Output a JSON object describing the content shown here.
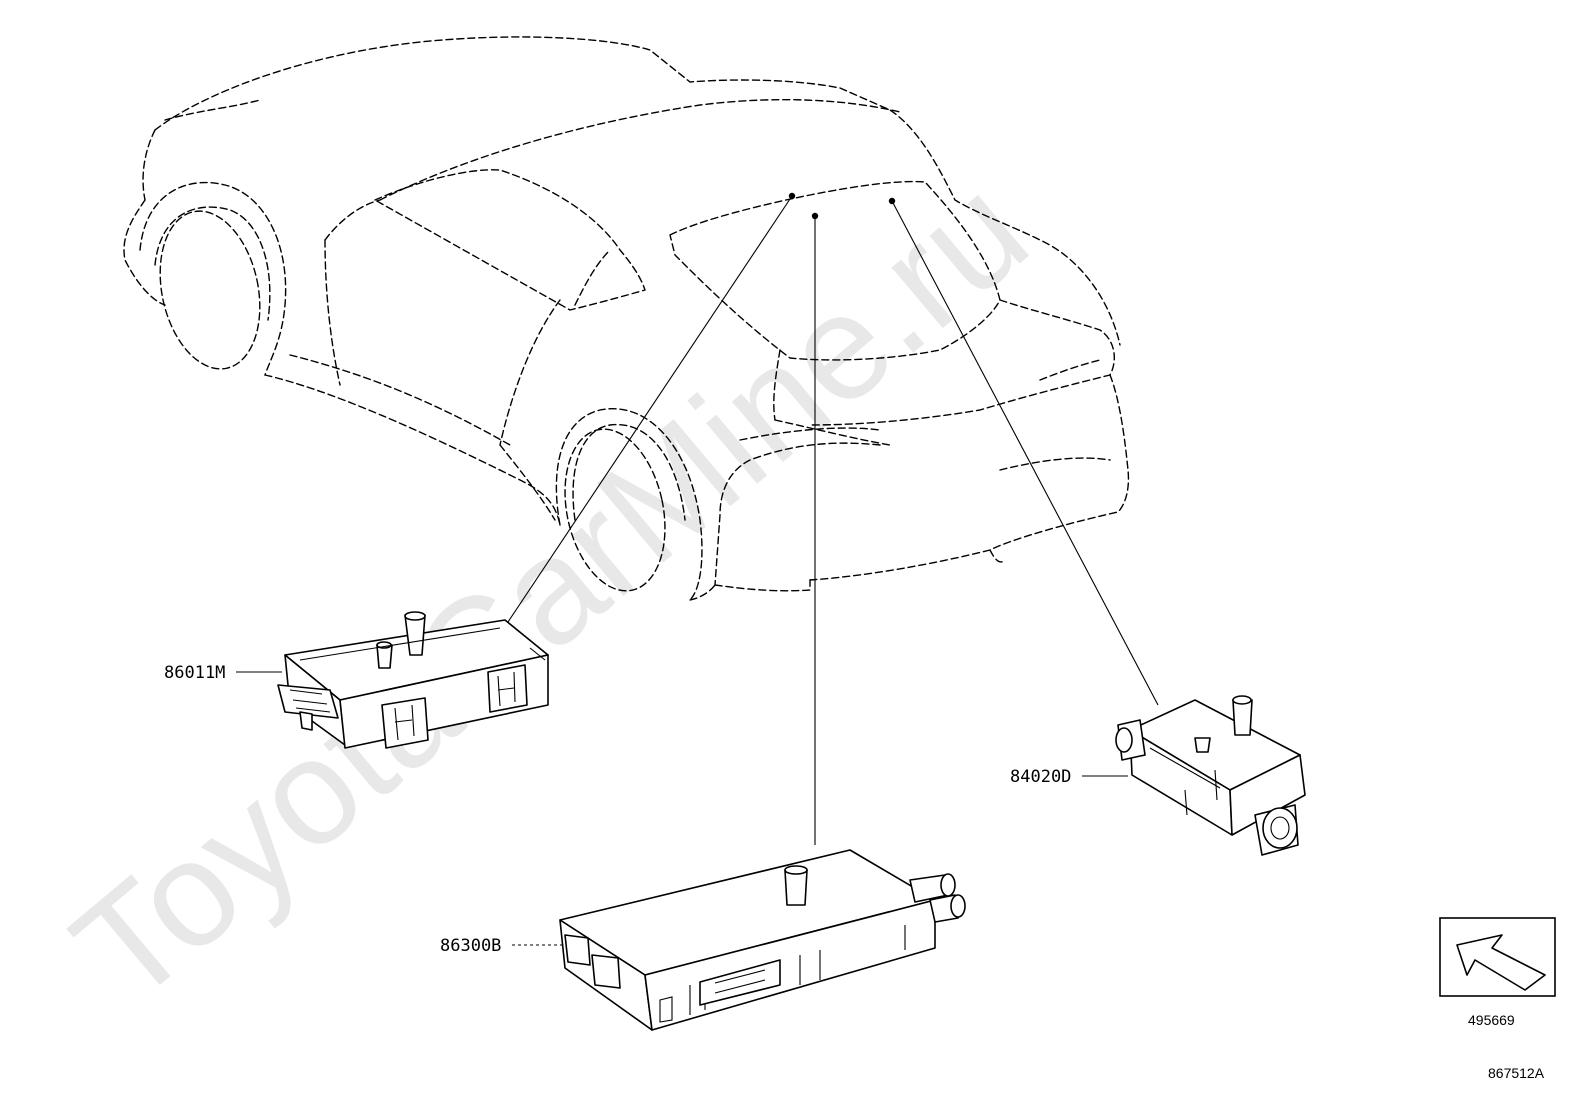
{
  "watermark": "ToyotaCarMine.ru",
  "parts": [
    {
      "id": "p1",
      "number": "86011M"
    },
    {
      "id": "p2",
      "number": "86300B"
    },
    {
      "id": "p3",
      "number": "84020D"
    }
  ],
  "view_box_number": "495669",
  "illustration_number": "867512A"
}
